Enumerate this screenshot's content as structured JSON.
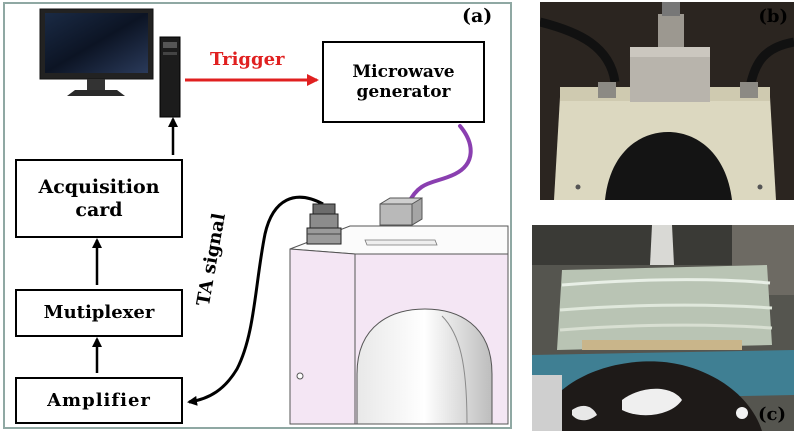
{
  "panel_labels": {
    "a": "(a)",
    "b": "(b)",
    "c": "(c)"
  },
  "boxes": {
    "microwave": "Microwave generator",
    "acquisition": "Acquisition card",
    "mutiplexer": "Mutiplexer",
    "amplifier": "Amplifier"
  },
  "signals": {
    "trigger": "Trigger",
    "ta_signal": "TA signal"
  },
  "colors": {
    "trigger_arrow": "#e02020",
    "cable": "#8a3fb0",
    "housing": "#f4e6f4",
    "panel_border": "#8fa8a3"
  }
}
